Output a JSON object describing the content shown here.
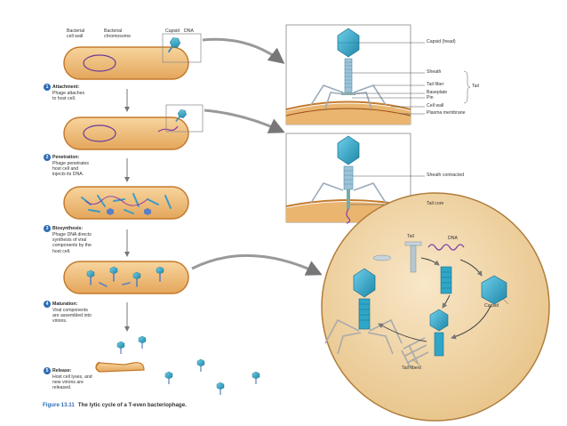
{
  "top_labels": {
    "cell_wall": "Bacterial\ncell wall",
    "chromosome": "Bacterial\nchromosome",
    "capsid": "Capsid",
    "dna": "DNA"
  },
  "steps": [
    {
      "num": "1",
      "title": "Attachment:",
      "desc": "Phage attaches\nto host cell."
    },
    {
      "num": "2",
      "title": "Penetration:",
      "desc": "Phage penetrates\nhost cell and\ninjects its DNA."
    },
    {
      "num": "3",
      "title": "Biosynthesis:",
      "desc": "Phage DNA directs\nsynthesis of viral\ncomponents by the\nhost cell."
    },
    {
      "num": "4",
      "title": "Maturation:",
      "desc": "Viral components\nare assembled into\nvirions."
    },
    {
      "num": "5",
      "title": "Release:",
      "desc": "Host cell lyses, and\nnew virions are\nreleased."
    }
  ],
  "detail1_labels": {
    "capsid_head": "Capsid (head)",
    "sheath": "Sheath",
    "tail_fiber": "Tail fiber",
    "baseplate": "Baseplate",
    "pin": "Pin",
    "cell_wall": "Cell wall",
    "plasma_membrane": "Plasma membrane",
    "tail": "Tail"
  },
  "detail2_labels": {
    "sheath_contracted": "Sheath contracted",
    "tail_core": "Tail core"
  },
  "circle_labels": {
    "tail": "Tail",
    "dna": "DNA",
    "capsid": "Capsid",
    "tail_fibers": "Tail fibers"
  },
  "caption": {
    "figure": "Figure 13.11",
    "text": "The lytic cycle of a T-even bacteriophage."
  },
  "colors": {
    "cell_fill": "#f2c27e",
    "cell_outline": "#c47a2c",
    "chromosome": "#6a3a9a",
    "phage_head": "#2fa6c8",
    "step_blue": "#2d6cb5",
    "circle_fill": "#f3dcb4"
  }
}
